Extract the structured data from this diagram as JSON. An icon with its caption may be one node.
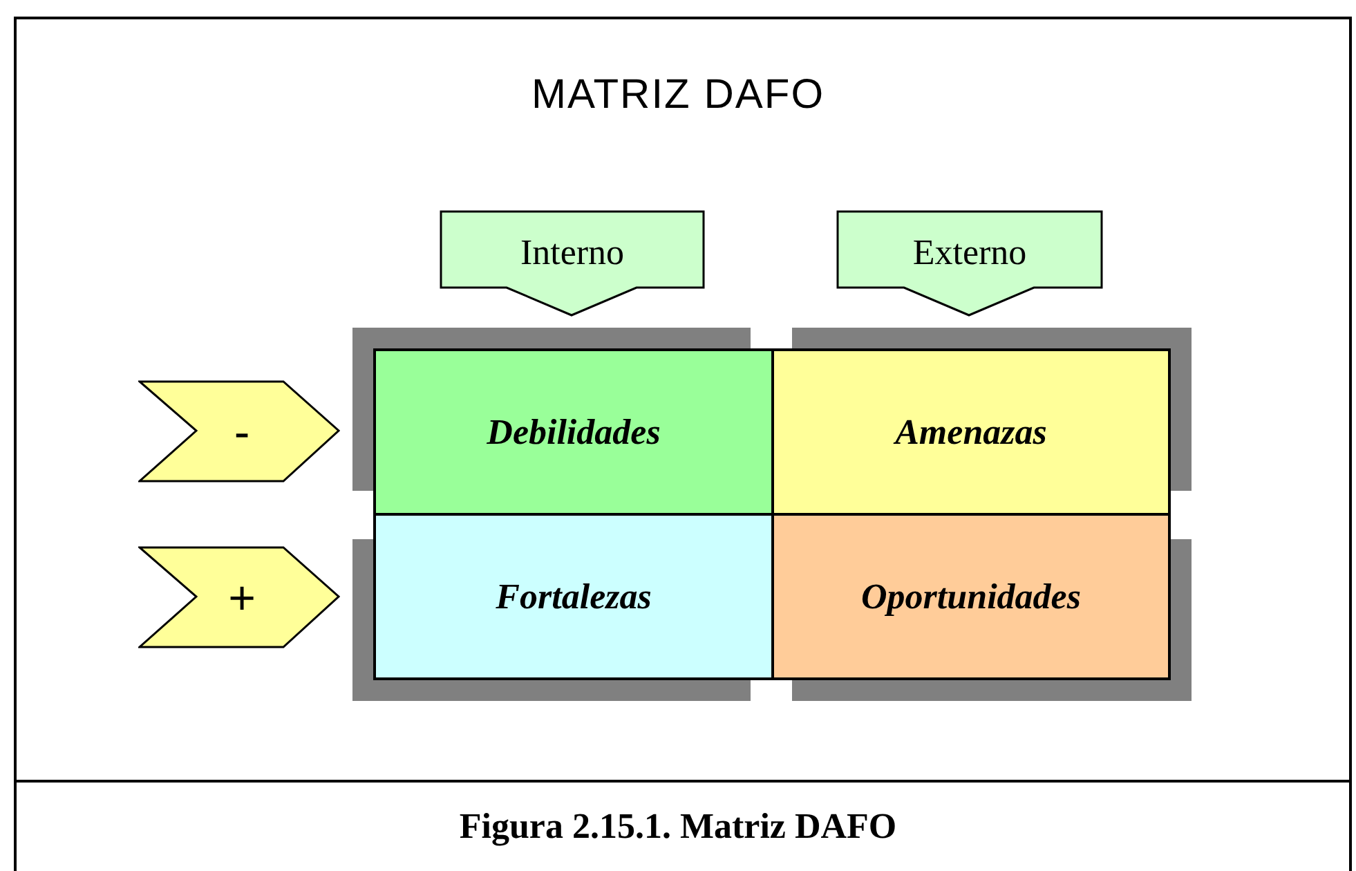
{
  "diagram": {
    "title": "MATRIZ DAFO",
    "caption": "Figura 2.15.1. Matriz DAFO",
    "nodes": [
      {
        "text": [
          "Interno"
        ]
      },
      {
        "text": [
          "Externo"
        ]
      },
      {
        "text": [
          "-"
        ]
      },
      {
        "text": [
          "Debilidades"
        ]
      },
      {
        "text": [
          "Amenazas"
        ]
      },
      {
        "text": [
          "+"
        ]
      },
      {
        "text": [
          "Fortalezas"
        ]
      },
      {
        "text": [
          "Oportunidades"
        ]
      }
    ],
    "edges": []
  }
}
